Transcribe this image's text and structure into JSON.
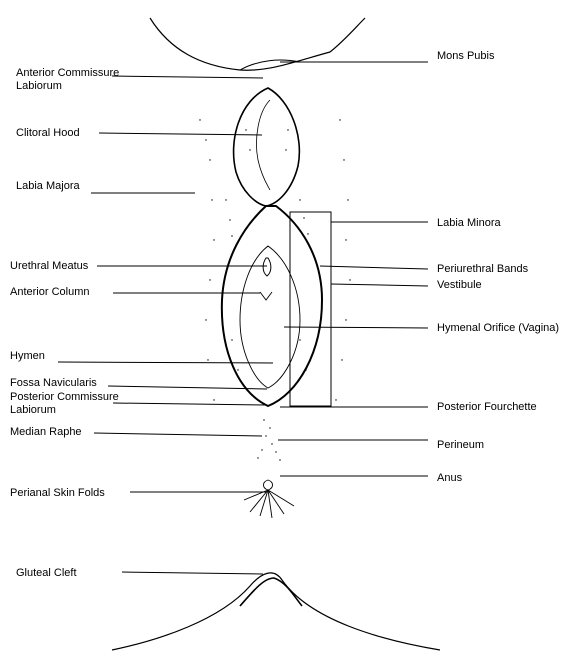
{
  "labels_left": {
    "anterior_commissure": [
      "Anterior Commissure",
      "Labiorum"
    ],
    "clitoral_hood": "Clitoral Hood",
    "labia_majora": "Labia Majora",
    "urethral_meatus": "Urethral Meatus",
    "anterior_column": "Anterior Column",
    "hymen": "Hymen",
    "fossa_navicularis": "Fossa Navicularis",
    "posterior_commissure": [
      "Posterior Commissure",
      "Labiorum"
    ],
    "median_raphe": "Median Raphe",
    "perianal_skin_folds": "Perianal Skin Folds",
    "gluteal_cleft": "Gluteal Cleft"
  },
  "labels_right": {
    "mons_pubis": "Mons Pubis",
    "labia_minora": "Labia Minora",
    "periurethral_bands": "Periurethral Bands",
    "vestibule": "Vestibule",
    "hymenal_orifice": "Hymenal Orifice (Vagina)",
    "posterior_fourchette": "Posterior Fourchette",
    "perineum": "Perineum",
    "anus": "Anus"
  }
}
